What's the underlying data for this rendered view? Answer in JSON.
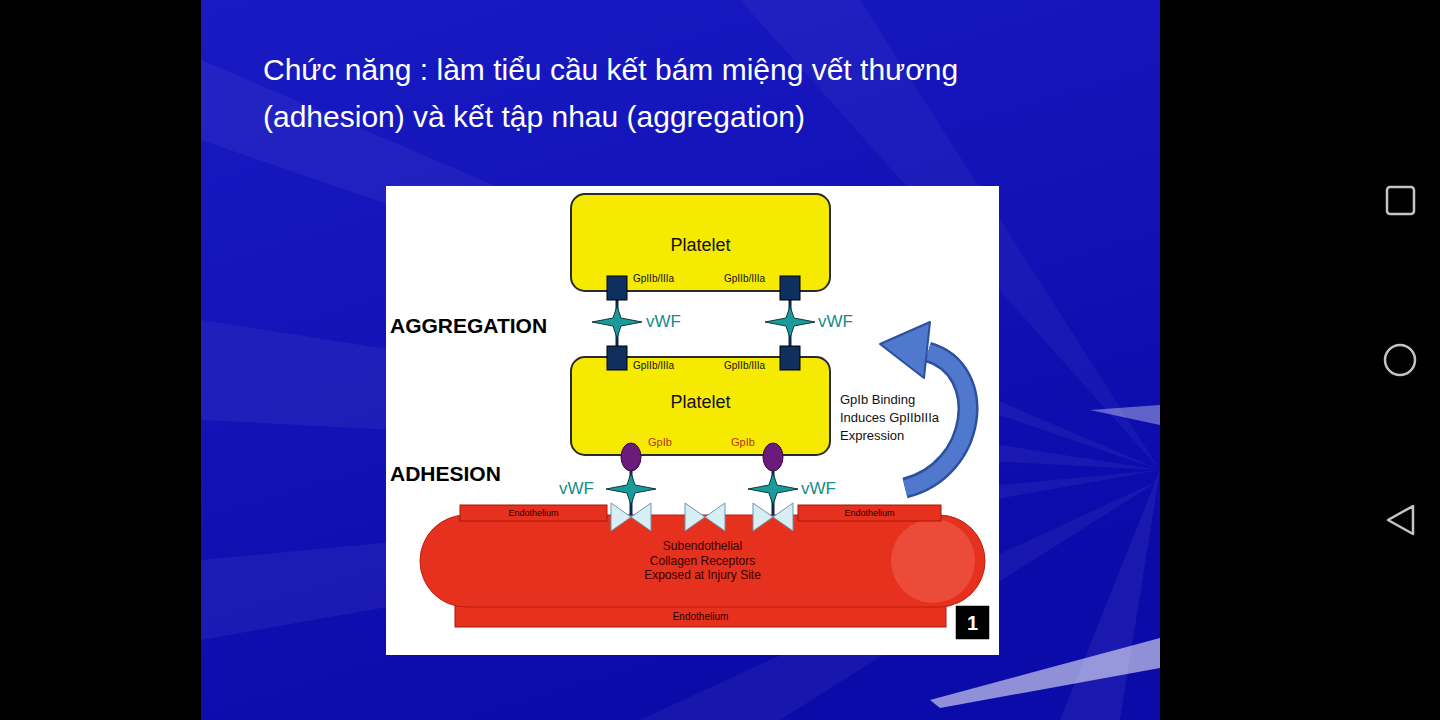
{
  "diagram": {
    "title": "Chức năng : làm tiểu cầu kết bám miệng vết thương (adhesion) và kết tập nhau (aggregation)",
    "nodes": [
      {
        "text": [
          "Platelet",
          "GpIIb/IIIa",
          "GpIIb/IIIa"
        ]
      },
      {
        "text": [
          "GpIIb/IIIa",
          "GpIIb/IIIa",
          "Platelet",
          "GpIb",
          "GpIb"
        ]
      },
      {
        "text": [
          "Endothelium"
        ]
      },
      {
        "text": [
          "Endothelium"
        ]
      },
      {
        "text": [
          "Subendothelial Collagen Receptors Exposed at Injury Site"
        ]
      },
      {
        "text": [
          "Endothelium"
        ]
      },
      {
        "text": [
          "1"
        ]
      }
    ],
    "edges": [
      {
        "from": 1,
        "to": 0,
        "arrow": "none",
        "label": "vWF"
      },
      {
        "from": 1,
        "to": 0,
        "arrow": "none",
        "label": "vWF"
      },
      {
        "from": 1,
        "to": 4,
        "arrow": "none",
        "label": "vWF"
      },
      {
        "from": 1,
        "to": 4,
        "arrow": "none",
        "label": "vWF"
      }
    ],
    "labels": [
      "AGGREGATION",
      "ADHESION",
      "GpIb Binding Induces GpIIbIIIa Expression"
    ]
  }
}
